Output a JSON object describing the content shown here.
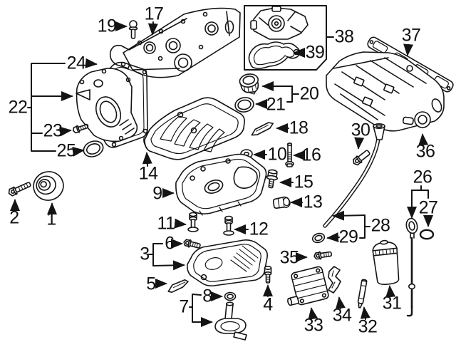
{
  "diagram": {
    "background_color": "#ffffff",
    "line_color": "#141414",
    "callouts": [
      "1",
      "2",
      "3",
      "4",
      "5",
      "6",
      "7",
      "8",
      "9",
      "10",
      "11",
      "12",
      "13",
      "14",
      "15",
      "16",
      "17",
      "18",
      "19",
      "20",
      "21",
      "22",
      "23",
      "24",
      "25",
      "26",
      "27",
      "28",
      "29",
      "30",
      "31",
      "32",
      "33",
      "34",
      "35",
      "36",
      "37",
      "38",
      "39"
    ]
  }
}
